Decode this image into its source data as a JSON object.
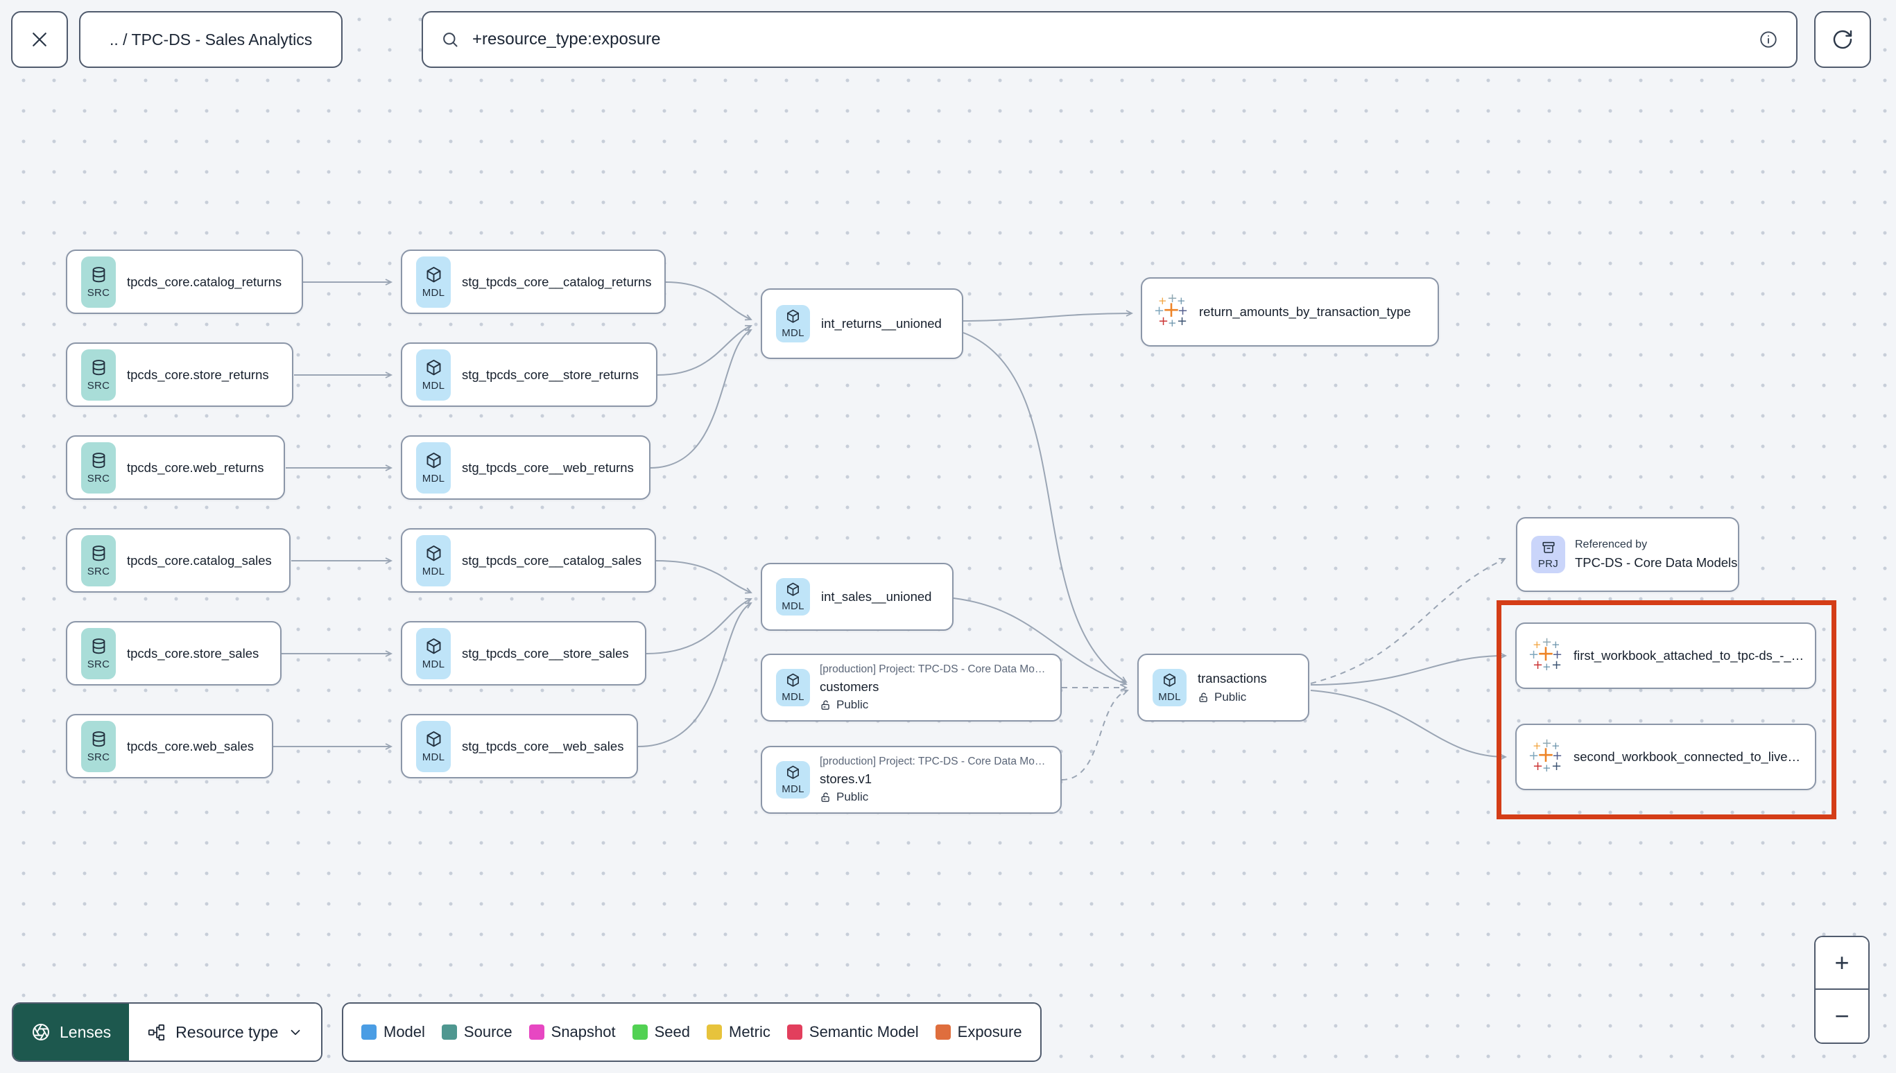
{
  "header": {
    "breadcrumb": ".. / TPC-DS - Sales Analytics",
    "search_value": "+resource_type:exposure"
  },
  "footer": {
    "lenses_label": "Lenses",
    "lens_selected": "Resource type"
  },
  "zoom_controls": {
    "zoom_in": "+",
    "zoom_out": "−"
  },
  "legend": {
    "items": [
      {
        "label": "Model",
        "color": "#4a9de4"
      },
      {
        "label": "Source",
        "color": "#4f9790"
      },
      {
        "label": "Snapshot",
        "color": "#e747c2"
      },
      {
        "label": "Seed",
        "color": "#52d153"
      },
      {
        "label": "Metric",
        "color": "#e7c33c"
      },
      {
        "label": "Semantic Model",
        "color": "#e23f5d"
      },
      {
        "label": "Exposure",
        "color": "#df6e3d"
      }
    ]
  },
  "nodes": {
    "sources": [
      {
        "badge": "SRC",
        "label": "tpcds_core.catalog_returns"
      },
      {
        "badge": "SRC",
        "label": "tpcds_core.store_returns"
      },
      {
        "badge": "SRC",
        "label": "tpcds_core.web_returns"
      },
      {
        "badge": "SRC",
        "label": "tpcds_core.catalog_sales"
      },
      {
        "badge": "SRC",
        "label": "tpcds_core.store_sales"
      },
      {
        "badge": "SRC",
        "label": "tpcds_core.web_sales"
      }
    ],
    "staging": [
      {
        "badge": "MDL",
        "label": "stg_tpcds_core__catalog_returns"
      },
      {
        "badge": "MDL",
        "label": "stg_tpcds_core__store_returns"
      },
      {
        "badge": "MDL",
        "label": "stg_tpcds_core__web_returns"
      },
      {
        "badge": "MDL",
        "label": "stg_tpcds_core__catalog_sales"
      },
      {
        "badge": "MDL",
        "label": "stg_tpcds_core__store_sales"
      },
      {
        "badge": "MDL",
        "label": "stg_tpcds_core__web_sales"
      }
    ],
    "int_returns": {
      "badge": "MDL",
      "label": "int_returns__unioned"
    },
    "int_sales": {
      "badge": "MDL",
      "label": "int_sales__unioned"
    },
    "exposure_returns": {
      "label": "return_amounts_by_transaction_type"
    },
    "customers": {
      "badge": "MDL",
      "context": "[production] Project: TPC-DS - Core Data Mo…",
      "label": "customers",
      "access": "Public"
    },
    "stores": {
      "badge": "MDL",
      "context": "[production] Project: TPC-DS - Core Data Mo…",
      "label": "stores.v1",
      "access": "Public"
    },
    "transactions": {
      "badge": "MDL",
      "label": "transactions",
      "access": "Public"
    },
    "referenced_by": {
      "badge": "PRJ",
      "title": "Referenced by",
      "label": "TPC-DS - Core Data Models"
    },
    "workbook_1": {
      "label": "first_workbook_attached_to_tpc-ds_-_…"
    },
    "workbook_2": {
      "label": "second_workbook_connected_to_live…"
    }
  }
}
